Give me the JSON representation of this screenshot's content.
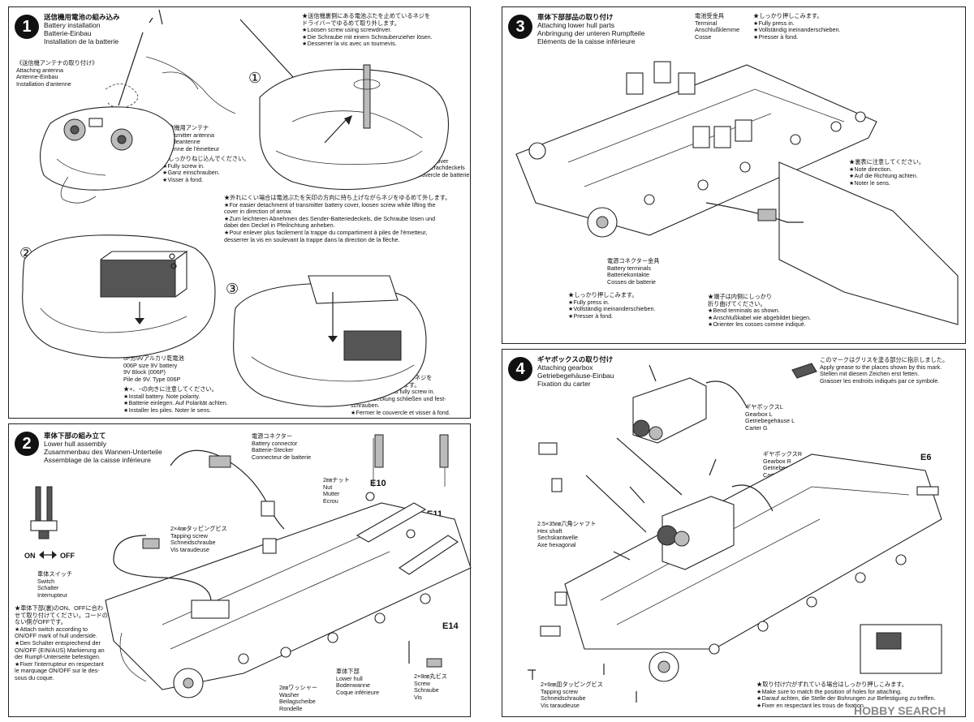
{
  "step1": {
    "number": "1",
    "title": [
      "送信機用電池の組み込み",
      "Battery installation",
      "Batterie-Einbau",
      "Installation de la batterie"
    ],
    "antenna_heading": [
      "《送信機アンテナの取り付け》",
      "Attaching antenna",
      "Antenne-Einbau",
      "Installation d'antenne"
    ],
    "antenna_label": [
      "送信機用アンテナ",
      "Transmitter antenna",
      "Sendeantenne",
      "Antenne de l'émetteur"
    ],
    "screw_in_note": [
      "★しっかりねじ込んでください。",
      "★Fully screw in.",
      "★Ganz einschrauben.",
      "★Visser à fond."
    ],
    "loosen_note": [
      "★送信機裏側にある電池ぶたを止めているネジを",
      "ドライバーでゆるめて取り外します。",
      "★Loosen screw using screwdriver.",
      "★Die Schraube mit einem Schraubenzieher lösen.",
      "★Desserrer la vis avec un tournevis."
    ],
    "battery_cover_label": [
      "電池ぶた",
      "Battery cover",
      "Batteriefachdeckels",
      "Couvercle de batterie"
    ],
    "detach_note": [
      "★外れにくい場合は電池ぶたを矢印の方向に持ち上げながらネジをゆるめて外します。",
      "★For easier detachment of transmitter battery cover, loosen screw while lifting the",
      "cover in direction of arrow.",
      "★Zum leichteren Abnehmen des Sender-Batteriedeckels, die Schraube lösen und",
      "dabei den Deckel in Pfeilrichtung anheben.",
      "★Pour enlever plus facilement la trappe du compartiment à piles de l'émetteur,",
      "desserrer la vis en soulevant la trappe dans la direction de la flèche."
    ],
    "substep_1": "①",
    "substep_2": "②",
    "substep_3": "③",
    "battery_label": [
      "6P形9Vアルカリ乾電池",
      "006P size 9V battery",
      "9V Block (006P)",
      "Pile de 9V. Type 006P"
    ],
    "polarity_note": [
      "★+、−の向きに注意してください。",
      "★Install battery. Note polarity.",
      "★Batterie einlegen. Auf Polarität achten.",
      "★Installer les piles. Noter le sens."
    ],
    "close_note": [
      "★電池ぶたを元に戻してネジを",
      "締めてふたを固定します。",
      "★Close cover and fully screw in.",
      "★Die Abdeckung schließen und fest-",
      "schrauben.",
      "★Fermer le couvercle et visser à fond."
    ]
  },
  "step2": {
    "number": "2",
    "title": [
      "車体下部の組み立て",
      "Lower hull assembly",
      "Zusammenbau des Wannen-Unterteile",
      "Assemblage de la caisse inférieure"
    ],
    "battery_connector": [
      "電源コネクター",
      "Battery connector",
      "Batterie-Stecker",
      "Connecteur de batterie"
    ],
    "nut_label": [
      "2㎜ナット",
      "Nut",
      "Mutter",
      "Ecrou"
    ],
    "part_e10": "E10",
    "part_e11": "E11",
    "part_e14": "E14",
    "tapping_screw": [
      "2×4㎜タッピングビス",
      "Tapping screw",
      "Schneidschraube",
      "Vis taraudeuse"
    ],
    "on_label": "ON",
    "off_label": "OFF",
    "switch_label": [
      "車体スイッチ",
      "Switch",
      "Schalter",
      "Interrupteur"
    ],
    "switch_note": [
      "★車体下部(裏)のON、OFFに合わ",
      "せて取り付けてください。コードの",
      "ない側がOFFです。",
      "★Attach switch according to",
      "ON/OFF mark of hull underside.",
      "★Den Schalter entsprechend der",
      "ON/OFF (EIN/AUS) Markierung an",
      "der Rumpf-Unterseite befestigen.",
      "★Fixer l'interrupteur en respectant",
      "le marquage ON/OFF sur le des-",
      "sous du coque."
    ],
    "washer_label": [
      "2㎜ワッシャー",
      "Washer",
      "Beilagscheibe",
      "Rondelle"
    ],
    "lower_hull_label": [
      "車体下部",
      "Lower hull",
      "Bodenwanne",
      "Coque inférieure"
    ],
    "screw_label": [
      "2×8㎜丸ビス",
      "Screw",
      "Schraube",
      "Vis"
    ]
  },
  "step3": {
    "number": "3",
    "title": [
      "車体下部部品の取り付け",
      "Attaching lower hull parts",
      "Anbringung der unteren Rumpfteile",
      "Eléments de la caisse inférieure"
    ],
    "terminal_label": [
      "電池受金具",
      "Terminal",
      "Anschlußklemme",
      "Cosse"
    ],
    "press_note_top": [
      "★しっかり押しこみます。",
      "★Fully press in.",
      "★Vollständig ineinanderschieben.",
      "★Presser à fond."
    ],
    "direction_note": [
      "★裏表に注意してください。",
      "★Note direction.",
      "★Auf die Richtung achten.",
      "★Noter le sens."
    ],
    "battery_terminals": [
      "電源コネクター金具",
      "Battery terminals",
      "Batteriekontakte",
      "Cosses de batterie"
    ],
    "press_note_bottom": [
      "★しっかり押しこみます。",
      "★Fully press in.",
      "★Vollständig ineinanderschieben.",
      "★Presser à fond."
    ],
    "bend_note": [
      "★端子は内側にしっかり",
      "折り曲げてください。",
      "★Bend terminals as shown.",
      "★Anschlußkabel wie abgebildet biegen.",
      "★Orienter les cosses comme indiqué."
    ]
  },
  "step4": {
    "number": "4",
    "title": [
      "ギヤボックスの取り付け",
      "Attaching gearbox",
      "Getriebegehäuse-Einbau",
      "Fixation du carter"
    ],
    "grease_note": [
      "このマークはグリスを塗る部分に指示しました。",
      "Apply grease to the places shown by this mark.",
      "Stellen mit diesem Zeichen erst fetten.",
      "Graisser les endroits indiqués par ce symbole."
    ],
    "gearbox_l": [
      "ギヤボックスL",
      "Gearbox L",
      "Getriebegehäuse L",
      "Carter G"
    ],
    "gearbox_r": [
      "ギヤボックスR",
      "Gearbox R",
      "Getriebegehäuse R",
      "Carter D"
    ],
    "part_e6": "E6",
    "hex_shaft": [
      "2.5×35㎜六角シャフト",
      "Hex shaft",
      "Sechskantwelle",
      "Axe hexagonal"
    ],
    "tapping_screw": [
      "2×6㎜皿タッピングビス",
      "Tapping screw",
      "Schneidschraube",
      "Vis taraudeuse"
    ],
    "holes_note": [
      "★取り付け穴がずれている場合はしっかり押しこみます。",
      "★Make sure to match the position of holes for attaching.",
      "★Darauf achten, die Stelle der Bohrungen zur Befestigung zu treffen.",
      "★Fixer en respectant les trous de fixation."
    ]
  },
  "watermark": "HOBBY SEARCH"
}
